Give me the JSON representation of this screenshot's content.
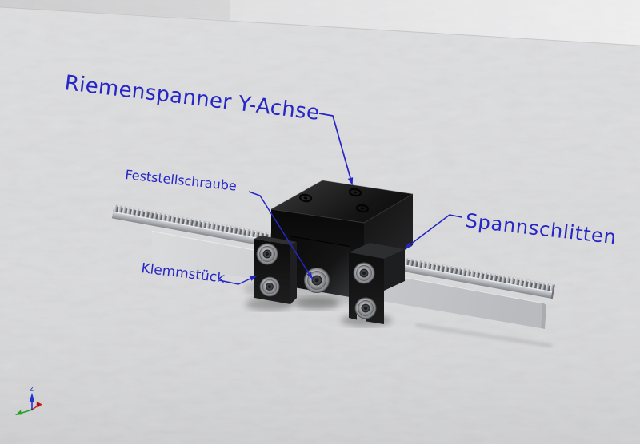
{
  "viewport": {
    "annotations": {
      "title": "Riemenspanner Y-Achse",
      "feststellschraube": "Feststellschraube",
      "spannschlitten": "Spannschlitten",
      "klemmstueck": "Klemmstück"
    },
    "axis_triad": {
      "z": "Z"
    },
    "colors": {
      "annotation": "#2626c6",
      "axis_z": "#2433cf",
      "axis_green": "#21a32a",
      "axis_red": "#cf1f1f",
      "floor": "#c6c7c9",
      "wall": "#ececec",
      "block": "#111111",
      "belt": "#c7c9cd",
      "plate": "#cdcfd3"
    }
  }
}
